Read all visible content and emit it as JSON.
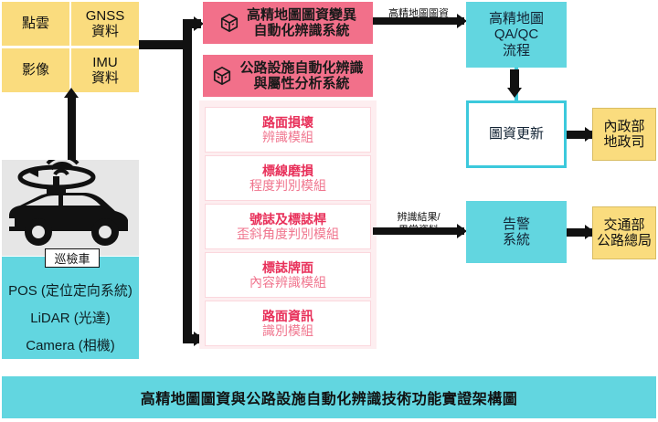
{
  "title": "高精地圖圖資與公路設施自動化辨識技術功能實證架構圖",
  "colors": {
    "yellow": "#fadc7e",
    "pink": "#f2708a",
    "pink_light": "#fdeef0",
    "cyan": "#62d6e0",
    "module_title": "#e8305a",
    "module_sub": "#f0758e"
  },
  "inputs": {
    "point_cloud": "點雲",
    "gnss": "GNSS\n資料",
    "image": "影像",
    "imu": "IMU\n資料"
  },
  "vehicle": {
    "icon": "survey-vehicle-icon",
    "tag": "巡檢車",
    "sensors": [
      "POS (定位定向系統)",
      "LiDAR (光達)",
      "Camera (相機)"
    ]
  },
  "systems": [
    {
      "icon": "cube-icon",
      "line1": "高精地圖圖資變異",
      "line2": "自動化辨識系統"
    },
    {
      "icon": "cube-icon",
      "line1": "公路設施自動化辨識",
      "line2": "與屬性分析系統"
    }
  ],
  "modules": [
    {
      "title": "路面損壞",
      "sub": "辨識模組"
    },
    {
      "title": "標線磨損",
      "sub": "程度判別模組"
    },
    {
      "title": "號誌及標誌桿",
      "sub": "歪斜角度判別模組"
    },
    {
      "title": "標誌牌面",
      "sub": "內容辨識模組"
    },
    {
      "title": "路面資訊",
      "sub": "識別模組"
    }
  ],
  "outputs": {
    "qaqc": "高精地圖\nQA/QC\n流程",
    "map_update": "圖資更新",
    "alert_system": "告警\n系統"
  },
  "agencies": {
    "moi": "內政部\n地政司",
    "motc": "交通部\n公路總局"
  },
  "edge_labels": {
    "to_map_system": "高精地圖圖資",
    "to_alert": "辨識結果/\n異常資料"
  },
  "caption": "高精地圖圖資與公路設施自動化辨識技術功能實證架構圖"
}
